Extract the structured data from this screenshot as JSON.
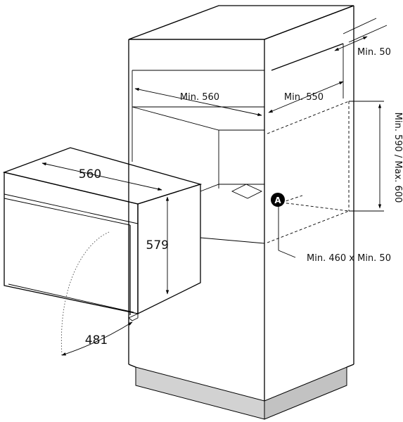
{
  "dimensions": {
    "oven_width": "560",
    "oven_height": "579",
    "door_swing": "481",
    "cabinet_width": "Min. 560",
    "cabinet_depth": "Min. 550",
    "rear_gap": "Min. 50",
    "cabinet_height": "Min. 590 / Max. 600",
    "vent_opening": "Min. 460 x Min. 50"
  },
  "callout": {
    "label": "A"
  },
  "colors": {
    "plinth": "#d2d2d2",
    "line": "#000000",
    "callout": "#000000"
  }
}
